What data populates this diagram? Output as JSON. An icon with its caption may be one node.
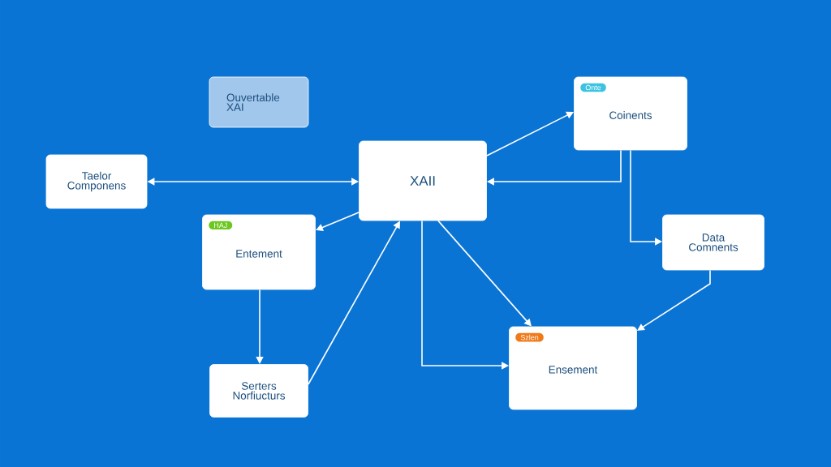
{
  "diagram": {
    "nodes": [
      {
        "text": [
          "Ouvertable XAI"
        ]
      },
      {
        "text": [
          "Taelor Componens"
        ]
      },
      {
        "text": [
          "XAII"
        ]
      },
      {
        "text": [
          "Onte",
          "Coinents"
        ]
      },
      {
        "text": [
          "HAJ",
          "Entement"
        ]
      },
      {
        "text": [
          "Data Comnents"
        ]
      },
      {
        "text": [
          "Serters Norfiucturs"
        ]
      },
      {
        "text": [
          "Szlen",
          "Ensement"
        ]
      }
    ],
    "edges": [
      {
        "from": 1,
        "to": 2,
        "arrow": "both"
      },
      {
        "from": 2,
        "to": 3,
        "arrow": "to"
      },
      {
        "from": 3,
        "to": 2,
        "arrow": "to"
      },
      {
        "from": 3,
        "to": 5,
        "arrow": "to"
      },
      {
        "from": 2,
        "to": 4,
        "arrow": "to"
      },
      {
        "from": 4,
        "to": 6,
        "arrow": "to"
      },
      {
        "from": 6,
        "to": 2,
        "arrow": "to"
      },
      {
        "from": 2,
        "to": 7,
        "arrow": "to"
      },
      {
        "from": 2,
        "to": 7,
        "arrow": "to"
      },
      {
        "from": 5,
        "to": 7,
        "arrow": "to"
      }
    ]
  }
}
